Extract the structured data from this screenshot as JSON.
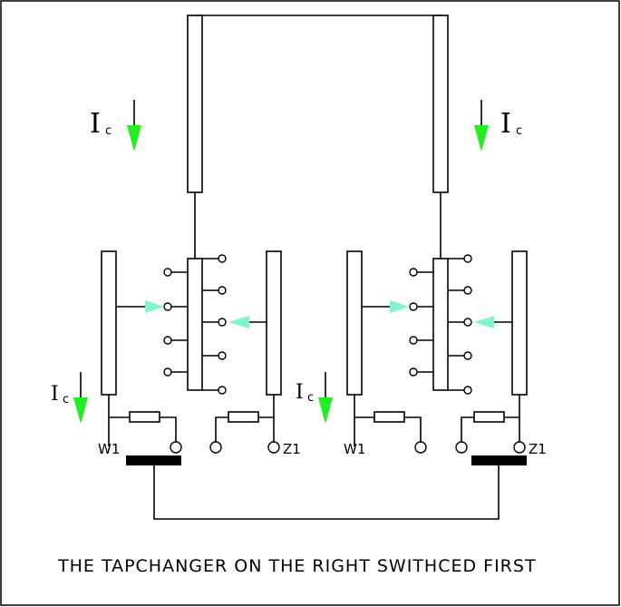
{
  "caption": "THE TAPCHANGER ON THE RIGHT SWITHCED FIRST",
  "terminal_w1": "W1",
  "terminal_z1": "Z1",
  "current_symbol": "I",
  "current_subscript": "c",
  "colors": {
    "current_arrow": "#22ee22",
    "selector_arrow": "#7ff5cf",
    "line": "#000000",
    "contactor": "#000000"
  }
}
